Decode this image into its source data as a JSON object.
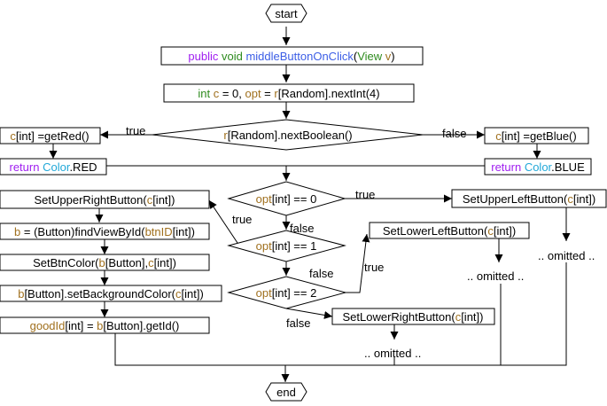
{
  "colors": {
    "keyword": "#a020f0",
    "type": "#2e8b1e",
    "method": "#3c5ee6",
    "variable": "#a0701e",
    "class": "#22a8d8",
    "plain": "#000000"
  },
  "nodes": {
    "start": [
      [
        "start",
        "plain"
      ]
    ],
    "method_signature": [
      [
        "public ",
        "keyword"
      ],
      [
        "void ",
        "type"
      ],
      [
        "middleButtonOnClick",
        "method"
      ],
      [
        "(",
        "plain"
      ],
      [
        "View ",
        "type"
      ],
      [
        "v",
        "variable"
      ],
      [
        ")",
        "plain"
      ]
    ],
    "init": [
      [
        "int ",
        "type"
      ],
      [
        "c",
        "variable"
      ],
      [
        " = 0, ",
        "plain"
      ],
      [
        "opt",
        "variable"
      ],
      [
        " = ",
        "plain"
      ],
      [
        "r",
        "variable"
      ],
      [
        "[Random].nextInt(4)",
        "plain"
      ]
    ],
    "decision_bool": [
      [
        "r",
        "variable"
      ],
      [
        "[Random].nextBoolean()",
        "plain"
      ]
    ],
    "get_red": [
      [
        "c",
        "variable"
      ],
      [
        "[int] =getRed()",
        "plain"
      ]
    ],
    "get_blue": [
      [
        "c",
        "variable"
      ],
      [
        "[int] =getBlue()",
        "plain"
      ]
    ],
    "return_red": [
      [
        "return ",
        "keyword"
      ],
      [
        "Color",
        "class"
      ],
      [
        ".RED",
        "plain"
      ]
    ],
    "return_blue": [
      [
        "return ",
        "keyword"
      ],
      [
        "Color",
        "class"
      ],
      [
        ".BLUE",
        "plain"
      ]
    ],
    "opt0": [
      [
        "opt",
        "variable"
      ],
      [
        "[int] == 0",
        "plain"
      ]
    ],
    "opt1": [
      [
        "opt",
        "variable"
      ],
      [
        "[int] == 1",
        "plain"
      ]
    ],
    "opt2": [
      [
        "opt",
        "variable"
      ],
      [
        "[int] == 2",
        "plain"
      ]
    ],
    "upper_left": [
      [
        "SetUpperLeftButton(",
        "plain"
      ],
      [
        "c",
        "variable"
      ],
      [
        "[int])",
        "plain"
      ]
    ],
    "lower_left": [
      [
        "SetLowerLeftButton(",
        "plain"
      ],
      [
        "c",
        "variable"
      ],
      [
        "[int])",
        "plain"
      ]
    ],
    "lower_right": [
      [
        "SetLowerRightButton(",
        "plain"
      ],
      [
        "c",
        "variable"
      ],
      [
        "[int])",
        "plain"
      ]
    ],
    "upper_right": [
      [
        "SetUpperRightButton(",
        "plain"
      ],
      [
        "c",
        "variable"
      ],
      [
        "[int])",
        "plain"
      ]
    ],
    "find_view": [
      [
        "b",
        "variable"
      ],
      [
        " = (Button)findViewById(",
        "plain"
      ],
      [
        "btnID",
        "variable"
      ],
      [
        "[int])",
        "plain"
      ]
    ],
    "set_btn_color": [
      [
        "SetBtnColor(",
        "plain"
      ],
      [
        "b",
        "variable"
      ],
      [
        "[Button],",
        "plain"
      ],
      [
        "c",
        "variable"
      ],
      [
        "[int])",
        "plain"
      ]
    ],
    "set_bg_color": [
      [
        "b",
        "variable"
      ],
      [
        "[Button].setBackgroundColor(",
        "plain"
      ],
      [
        "c",
        "variable"
      ],
      [
        "[int])",
        "plain"
      ]
    ],
    "good_id": [
      [
        "goodId",
        "variable"
      ],
      [
        "[int] = ",
        "plain"
      ],
      [
        "b",
        "variable"
      ],
      [
        "[Button].getId()",
        "plain"
      ]
    ],
    "end": [
      [
        "end",
        "plain"
      ]
    ]
  },
  "edge_labels": {
    "bool_true": "true",
    "bool_false": "false",
    "opt0_true": "true",
    "opt0_false": "false",
    "opt1_true": "true",
    "opt1_false": "false",
    "opt2_true": "true",
    "opt2_false": "false"
  },
  "omitted": {
    "upper_left": ".. omitted ..",
    "lower_left": ".. omitted ..",
    "lower_right": ".. omitted .."
  }
}
